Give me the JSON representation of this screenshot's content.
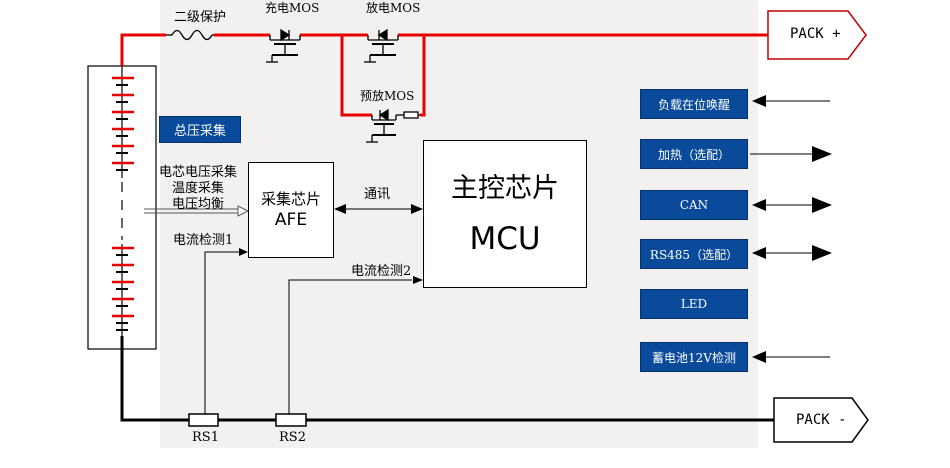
{
  "labels": {
    "fuse": "二级保护",
    "charge_mos": "充电MOS",
    "discharge_mos": "放电MOS",
    "predischarge_mos": "预放MOS",
    "total_voltage": "总压采集",
    "cell_voltage": "电芯电压采集",
    "temperature": "温度采集",
    "balance": "电压均衡",
    "current1": "电流检测1",
    "current2": "电流检测2",
    "comm": "通讯",
    "rs1": "RS1",
    "rs2": "RS2"
  },
  "afe": {
    "line1": "采集芯片",
    "line2": "AFE"
  },
  "mcu": {
    "line1": "主控芯片",
    "line2": "MCU"
  },
  "pack_plus": "PACK +",
  "pack_minus": "PACK -",
  "interfaces": [
    "负载在位唤醒",
    "加热（选配）",
    "CAN",
    "RS485（选配）",
    "LED",
    "蓄电池12V检测"
  ],
  "colors": {
    "power_line": "#e60000",
    "module": "#0a4a9a",
    "background": "#f2f1f0"
  }
}
